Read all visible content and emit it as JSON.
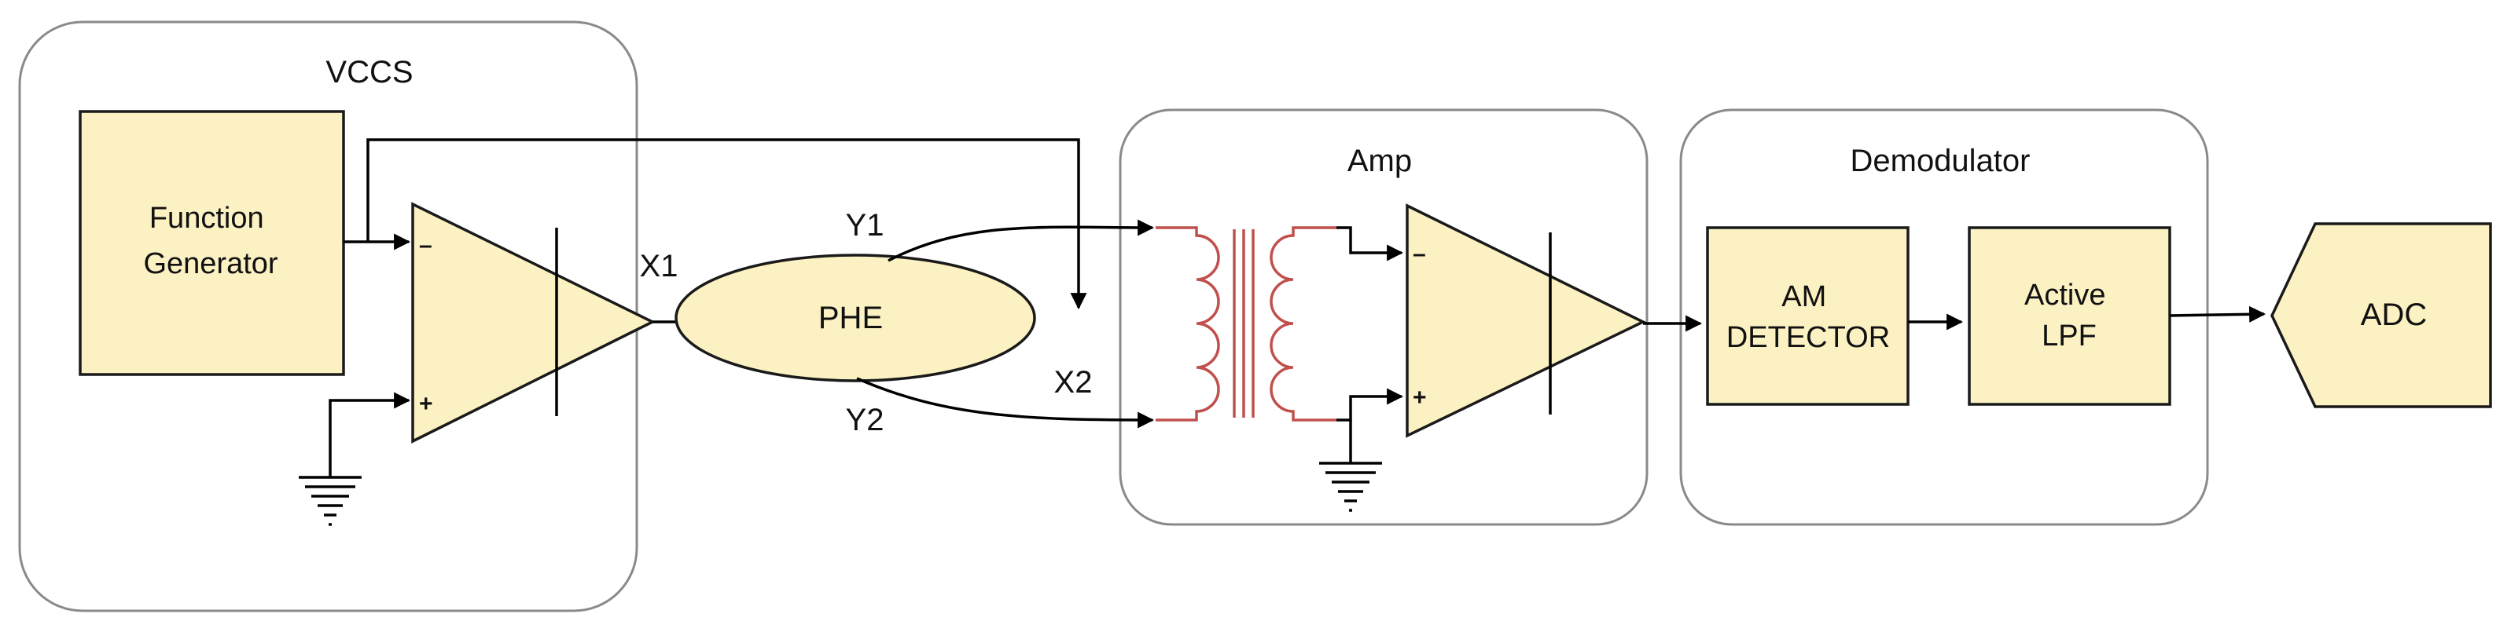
{
  "groups": {
    "vccs": "VCCS",
    "amp": "Amp",
    "demodulator": "Demodulator"
  },
  "blocks": {
    "function_generator": [
      "Function",
      "Generator"
    ],
    "phe": "PHE",
    "am_detector": [
      "AM",
      "DETECTOR"
    ],
    "active_lpf": [
      "Active",
      "LPF"
    ],
    "adc": "ADC"
  },
  "signals": {
    "x1": "X1",
    "x2": "X2",
    "y1": "Y1",
    "y2": "Y2"
  },
  "opamp_signs": {
    "minus": "–",
    "plus": "+"
  },
  "colors": {
    "block_fill": "#fbf1c2",
    "coil": "#c0504d",
    "group_border": "#8a8a8a"
  }
}
